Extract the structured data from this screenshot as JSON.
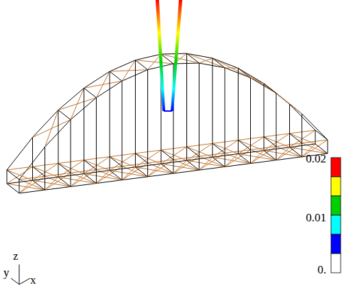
{
  "diagram": {
    "labels": [
      "0.02",
      "0.01",
      "0.",
      "y",
      "z",
      "x"
    ]
  }
}
